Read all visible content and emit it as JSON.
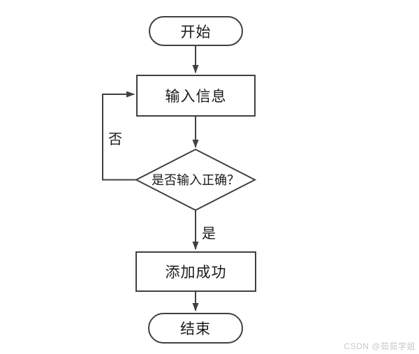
{
  "colors": {
    "stroke": "#404040",
    "text": "#1a1a1a",
    "node_fill": "#ffffff",
    "watermark": "#c9c9c9",
    "background": "#ffffff"
  },
  "flowchart": {
    "nodes": [
      {
        "id": "start",
        "type": "terminator",
        "label": "开始"
      },
      {
        "id": "input",
        "type": "process",
        "label": "输入信息"
      },
      {
        "id": "decision",
        "type": "decision",
        "label": "是否输入正确？"
      },
      {
        "id": "success",
        "type": "process",
        "label": "添加成功"
      },
      {
        "id": "end",
        "type": "terminator",
        "label": "结束"
      }
    ],
    "edges": [
      {
        "from": "start",
        "to": "input",
        "label": ""
      },
      {
        "from": "input",
        "to": "decision",
        "label": ""
      },
      {
        "from": "decision",
        "to": "input",
        "label": "否"
      },
      {
        "from": "decision",
        "to": "success",
        "label": "是"
      },
      {
        "from": "success",
        "to": "end",
        "label": ""
      }
    ]
  },
  "watermark": {
    "text": "CSDN @茹茹学姐"
  }
}
